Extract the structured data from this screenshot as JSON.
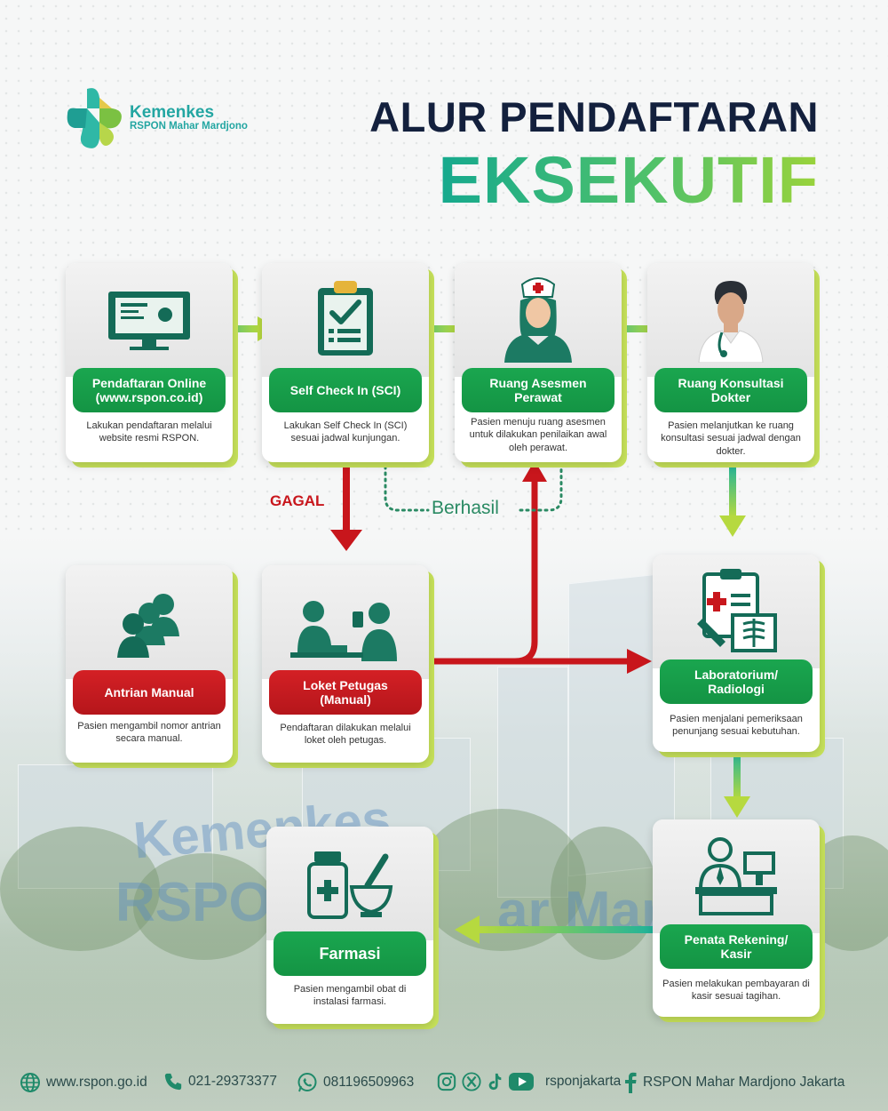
{
  "header": {
    "logo_line1": "Kemenkes",
    "logo_line2": "RSPON Mahar Mardjono",
    "title_line1": "ALUR PENDAFTARAN",
    "title_line2": "EKSEKUTIF"
  },
  "colors": {
    "green": "#16a34a",
    "red": "#c8161c",
    "lime_accent": "#c7e25a",
    "teal_brand": "#23a6a2",
    "navy_title": "#13203d"
  },
  "steps": [
    {
      "id": "online",
      "title": "Pendaftaran Online\n(www.rspon.co.id)",
      "desc": "Lakukan pendaftaran melalui website resmi RSPON.",
      "pill_color": "green",
      "icon": "monitor-icon"
    },
    {
      "id": "sci",
      "title": "Self Check In (SCI)",
      "desc": "Lakukan Self Check In (SCI) sesuai jadwal kunjungan.",
      "pill_color": "green",
      "icon": "clipboard-check-icon"
    },
    {
      "id": "asesmen",
      "title": "Ruang Asesmen\nPerawat",
      "desc": "Pasien menuju ruang asesmen untuk dilakukan penilaikan awal oleh perawat.",
      "pill_color": "green",
      "icon": "nurse-icon"
    },
    {
      "id": "dokter",
      "title": "Ruang Konsultasi\nDokter",
      "desc": "Pasien melanjutkan ke ruang konsultasi sesuai jadwal dengan dokter.",
      "pill_color": "green",
      "icon": "doctor-icon"
    },
    {
      "id": "antrian",
      "title": "Antrian Manual",
      "desc": "Pasien mengambil nomor antrian secara manual.",
      "pill_color": "red",
      "icon": "people-queue-icon"
    },
    {
      "id": "loket",
      "title": "Loket Petugas\n(Manual)",
      "desc": "Pendaftaran dilakukan melalui loket oleh petugas.",
      "pill_color": "red",
      "icon": "counter-icon"
    },
    {
      "id": "lab",
      "title": "Laboratorium/\nRadiologi",
      "desc": "Pasien menjalani pemeriksaan penunjang sesuai kebutuhan.",
      "pill_color": "green",
      "icon": "xray-clipboard-icon"
    },
    {
      "id": "kasir",
      "title": "Penata Rekening/\nKasir",
      "desc": "Pasien melakukan pembayaran di kasir sesuai tagihan.",
      "pill_color": "green",
      "icon": "cashier-icon"
    },
    {
      "id": "farmasi",
      "title": "Farmasi",
      "desc": "Pasien mengambil obat di instalasi farmasi.",
      "pill_color": "green",
      "icon": "pharmacy-icon"
    }
  ],
  "flow_labels": {
    "gagal": "GAGAL",
    "berhasil": "Berhasil"
  },
  "background": {
    "sign_line1": "Kemenkes",
    "sign_line2": "RSPON",
    "sign_line3": "ar Mar"
  },
  "footer": {
    "website": "www.rspon.go.id",
    "phone": "021-29373377",
    "whatsapp": "081196509963",
    "social_handle": "rsponjakarta",
    "facebook": "RSPON Mahar Mardjono Jakarta"
  }
}
